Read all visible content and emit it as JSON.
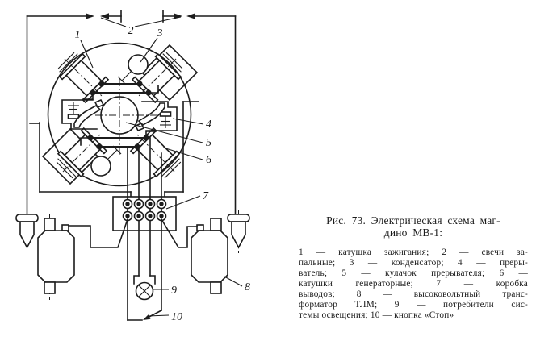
{
  "figure": {
    "colors": {
      "ink": "#1c1c1c",
      "paper": "#ffffff"
    },
    "caption": {
      "title_lines": [
        "Рис. 73. Электрическая схема маг-",
        "дино МВ-1:"
      ],
      "legend_lines": [
        "1 — катушка зажигания; 2 — свечи за-",
        "пальные; 3 — конденсатор; 4 — преры-",
        "ватель; 5 — кулачок прерывателя; 6 —",
        "катушки генераторные; 7 — коробка",
        "выводов; 8 — высоковольтный транс-",
        "форматор ТЛМ; 9 — потребители сис-",
        "темы освещения; 10 — кнопка «Стоп»"
      ],
      "legend_items": [
        {
          "num": "1",
          "name": "катушка зажигания"
        },
        {
          "num": "2",
          "name": "свечи запальные"
        },
        {
          "num": "3",
          "name": "конденсатор"
        },
        {
          "num": "4",
          "name": "прерыватель"
        },
        {
          "num": "5",
          "name": "кулачок прерывателя"
        },
        {
          "num": "6",
          "name": "катушки генераторные"
        },
        {
          "num": "7",
          "name": "коробка выводов"
        },
        {
          "num": "8",
          "name": "высоковольтный трансформатор ТЛМ"
        },
        {
          "num": "9",
          "name": "потребители системы освещения"
        },
        {
          "num": "10",
          "name": "кнопка «Стоп»"
        }
      ]
    },
    "diagram": {
      "labels": {
        "n1": "1",
        "n2": "2",
        "n3": "3",
        "n4": "4",
        "n5": "5",
        "n6": "6",
        "n7": "7",
        "n8": "8",
        "n9": "9",
        "n10": "10"
      }
    }
  }
}
